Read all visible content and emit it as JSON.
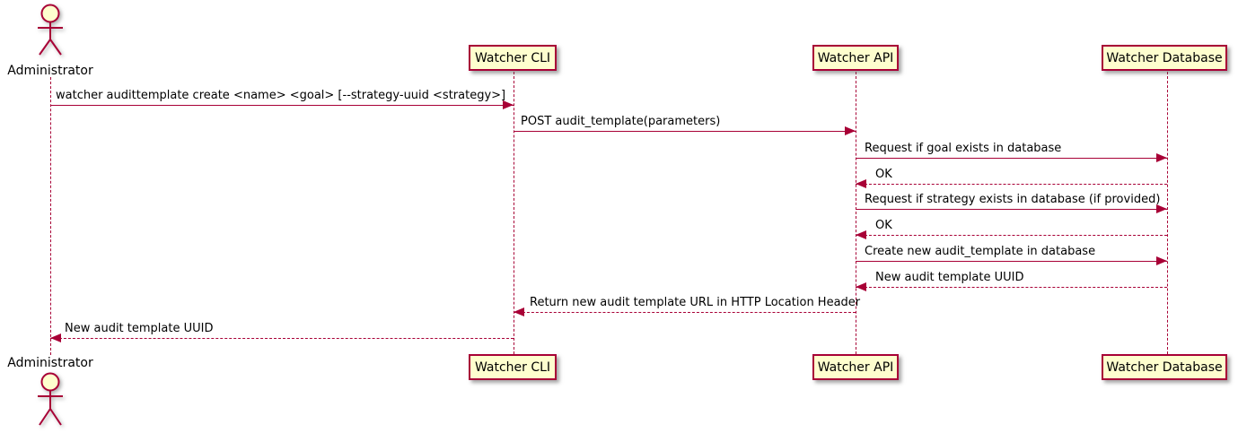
{
  "diagram_type": "sequence-diagram",
  "actor": {
    "name": "Administrator"
  },
  "participants": [
    {
      "label": "Watcher CLI"
    },
    {
      "label": "Watcher API"
    },
    {
      "label": "Watcher Database"
    }
  ],
  "messages": [
    {
      "from": "Administrator",
      "to": "Watcher CLI",
      "line": "solid",
      "label": "watcher audittemplate create <name> <goal> [--strategy-uuid <strategy>]"
    },
    {
      "from": "Watcher CLI",
      "to": "Watcher API",
      "line": "solid",
      "label": "POST audit_template(parameters)"
    },
    {
      "from": "Watcher API",
      "to": "Watcher Database",
      "line": "solid",
      "label": "Request if goal exists in database"
    },
    {
      "from": "Watcher Database",
      "to": "Watcher API",
      "line": "dashed",
      "label": "OK"
    },
    {
      "from": "Watcher API",
      "to": "Watcher Database",
      "line": "solid",
      "label": "Request if strategy exists in database (if provided)"
    },
    {
      "from": "Watcher Database",
      "to": "Watcher API",
      "line": "dashed",
      "label": "OK"
    },
    {
      "from": "Watcher API",
      "to": "Watcher Database",
      "line": "solid",
      "label": "Create new audit_template in database"
    },
    {
      "from": "Watcher Database",
      "to": "Watcher API",
      "line": "dashed",
      "label": "New audit template UUID"
    },
    {
      "from": "Watcher API",
      "to": "Watcher CLI",
      "line": "dashed",
      "label": "Return new audit template URL in HTTP Location Header"
    },
    {
      "from": "Watcher CLI",
      "to": "Administrator",
      "line": "dashed",
      "label": "New audit template UUID"
    }
  ],
  "colors": {
    "participant_fill": "#FEFECE",
    "participant_border": "#A80036",
    "line_color": "#A80036",
    "text_color": "#000000"
  }
}
